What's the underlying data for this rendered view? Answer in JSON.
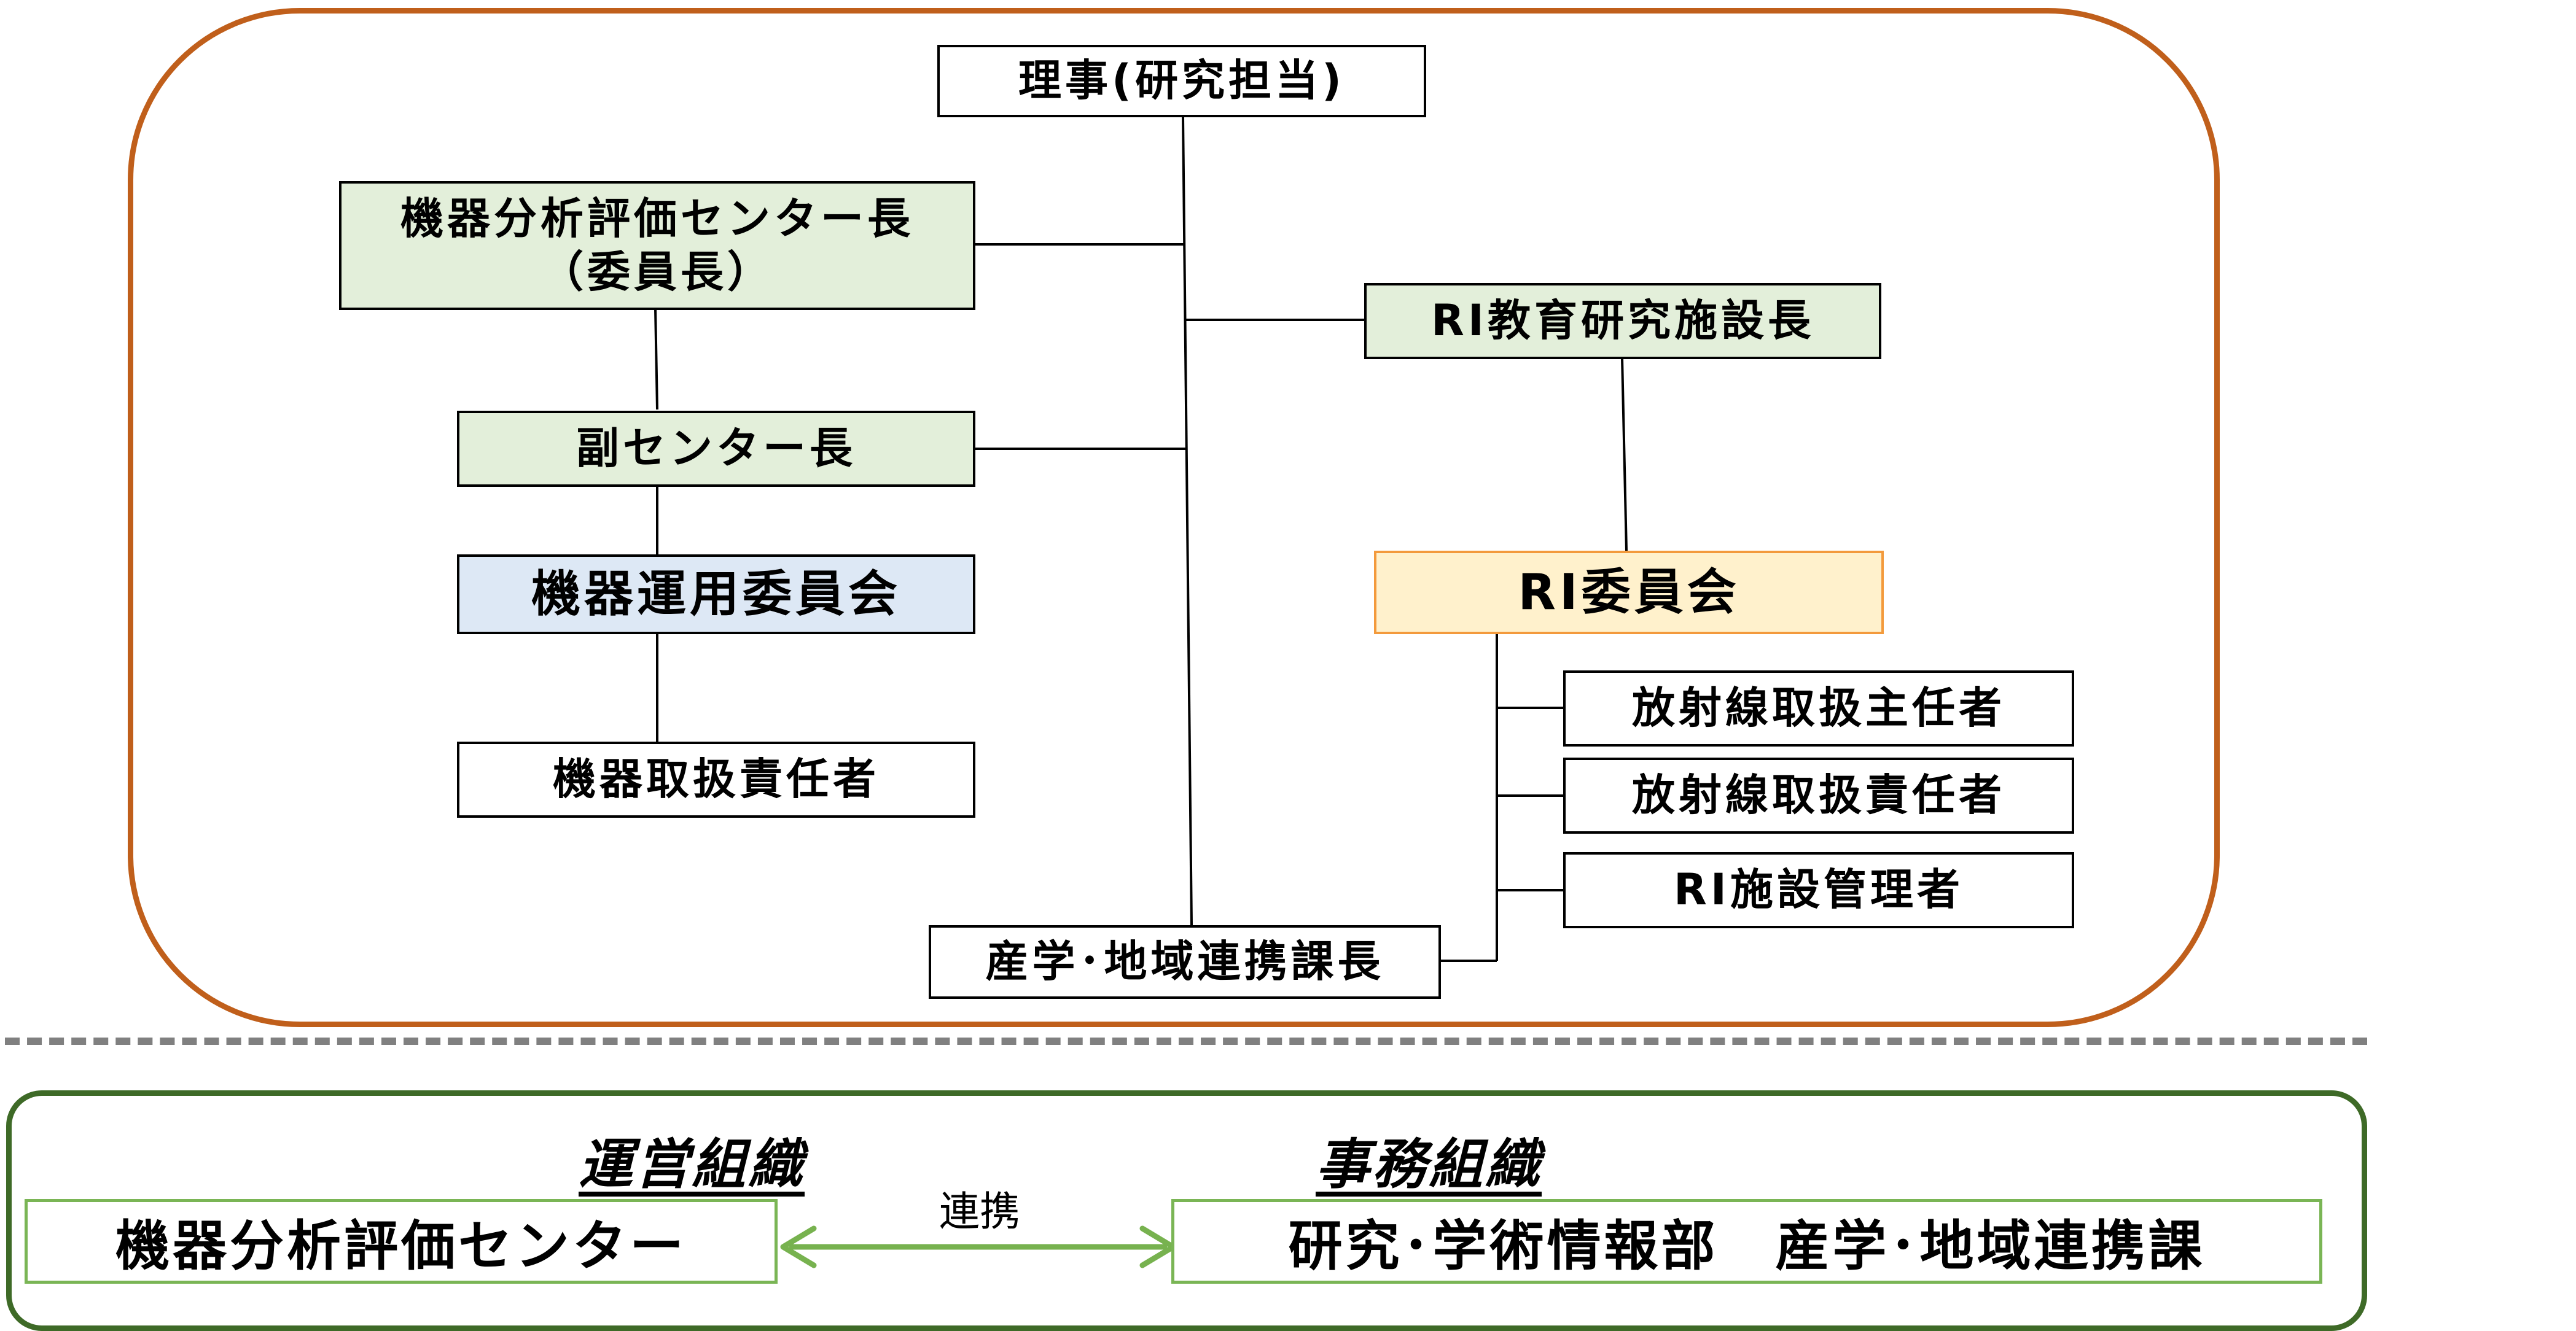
{
  "nodes": {
    "director": "理事(研究担当)",
    "center_head": "機器分析評価センター長\n（委員長）",
    "ri_head": "RI教育研究施設長",
    "vice_head": "副センター長",
    "equip_committee": "機器運用委員会",
    "ri_committee": "RI委員会",
    "equip_manager": "機器取扱責任者",
    "rad_chief": "放射線取扱主任者",
    "rad_manager": "放射線取扱責任者",
    "ri_facility_manager": "RI施設管理者",
    "industry_chief": "産学･地域連携課長"
  },
  "organizations": {
    "operation_title": "運営組織",
    "admin_title": "事務組織",
    "operation_name": "機器分析評価センター",
    "admin_name": "研究･学術情報部　産学･地域連携課",
    "link_label": "連携"
  },
  "colors": {
    "top_frame": "#c05f1b",
    "bottom_frame": "#3e6a27",
    "org_box_border": "#7ab555",
    "arrow": "#77b24f",
    "green_fill": "#e3efda",
    "blue_fill": "#dde8f5",
    "orange_fill": "#fff1cc",
    "orange_border": "#f39a3c"
  }
}
